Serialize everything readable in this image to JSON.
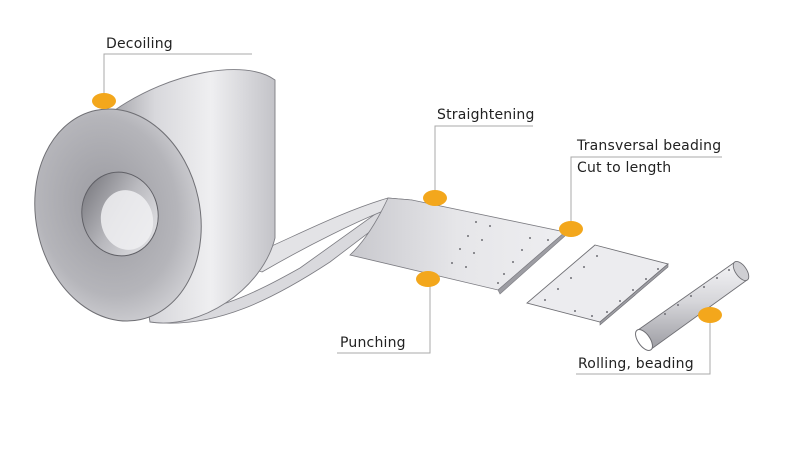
{
  "colors": {
    "marker": "#f3a71c",
    "leader_line": "#a8a8a8",
    "label_text": "#222222",
    "metal_light": "#e9e9ec",
    "metal_mid": "#c9c9ce",
    "metal_dark": "#8f8f95",
    "outline": "#6f6f74"
  },
  "steps": {
    "decoiling": "Decoiling",
    "straightening": "Straightening",
    "transversal_beading": "Transversal beading",
    "cut_to_length": "Cut to length",
    "punching": "Punching",
    "rolling_beading": "Rolling, beading"
  },
  "icons": {
    "marker": "orange-dot-marker",
    "coil": "steel-coil",
    "strip": "steel-strip",
    "sheet": "cut-sheet",
    "tube": "rolled-tube"
  }
}
